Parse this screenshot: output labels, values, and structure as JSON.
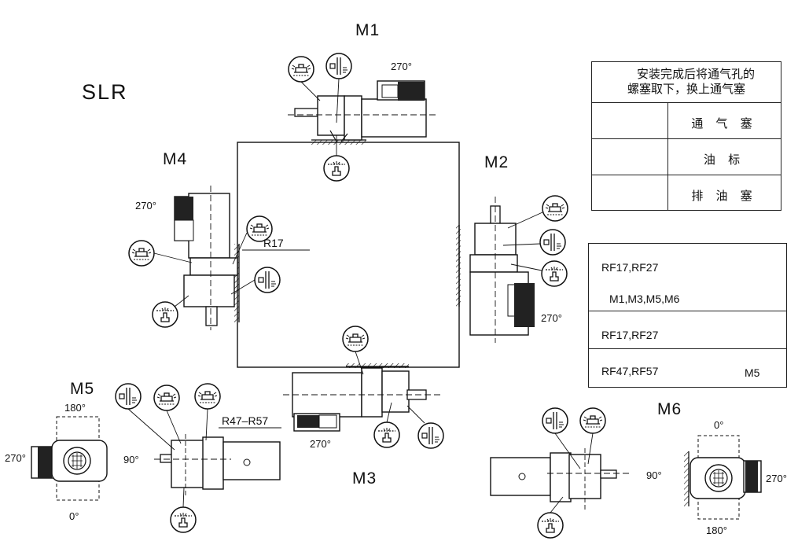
{
  "title": "SLR",
  "positions": {
    "m1": "M1",
    "m2": "M2",
    "m3": "M3",
    "m4": "M4",
    "m5": "M5",
    "m6": "M6"
  },
  "labels": {
    "r17": "R17",
    "r47_r57": "R47–R57"
  },
  "angles": {
    "a270": "270°",
    "a180": "180°",
    "a90": "90°",
    "a0": "0°"
  },
  "legend": {
    "note_line1": "安装完成后将通气孔的",
    "note_line2": "螺塞取下，换上通气塞",
    "vent_plug": "通 气 塞",
    "oil_gauge": "油 标",
    "drain_plug": "排 油 塞"
  },
  "rf_table": {
    "row1_models": "RF17,RF27",
    "row1_positions": "M1,M3,M5,M6",
    "row2_models": "RF17,RF27",
    "row3_models": "RF47,RF57",
    "row3_position": "M5"
  },
  "icons": [
    "vent-plug-icon",
    "oil-gauge-icon",
    "drain-plug-icon",
    "bomb-icon",
    "not-applicable-icon"
  ]
}
